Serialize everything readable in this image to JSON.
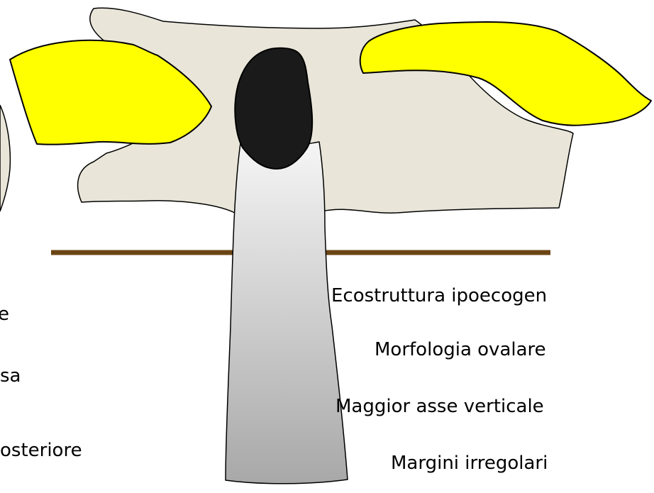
{
  "left_labels": [
    "e",
    "sa",
    "osteriore"
  ],
  "right_labels": [
    "Ecostruttura  ipoecogen",
    "Morfologia ovalare",
    "Maggior asse verticale",
    "Margini irregolari"
  ],
  "colors": {
    "background": "#ffffff",
    "tissue_mass": "#e9e6d9",
    "fat_lobules": "#ffff00",
    "lesion_dark_part": "#1a1a1a",
    "shadow_top": "#f5f5f5",
    "shadow_bottom": "#a9a9a9",
    "baseline": "#6b4513",
    "outline": "#000000"
  }
}
